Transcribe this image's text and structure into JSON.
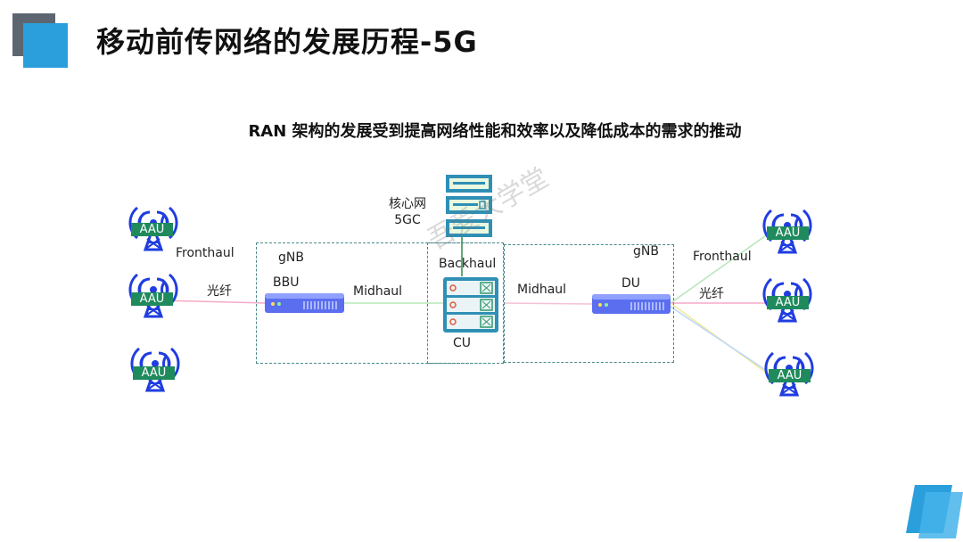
{
  "slide": {
    "title": "移动前传网络的发展历程-5G",
    "subtitle": "RAN 架构的发展受到提高网络性能和效率以及降低成本的需求的推动",
    "watermark": "吾爱大学堂"
  },
  "diagram": {
    "core_network": {
      "line1": "核心网",
      "line2": "5GC"
    },
    "left": {
      "fronthaul": "Fronthaul",
      "fiber": "光纤",
      "gnb": "gNB",
      "bbu": "BBU",
      "midhaul": "Midhaul",
      "aau": [
        "AAU",
        "AAU",
        "AAU"
      ]
    },
    "center": {
      "backhaul": "Backhaul",
      "cu": "CU"
    },
    "right": {
      "midhaul": "Midhaul",
      "gnb": "gNB",
      "du": "DU",
      "fronthaul": "Fronthaul",
      "fiber": "光纤",
      "aau": [
        "AAU",
        "AAU",
        "AAU"
      ]
    }
  },
  "colors": {
    "tower_blue": "#1f3de0",
    "aau_green": "#1f8a5c",
    "accent_blue": "#2a9fdc",
    "device_blue": "#5b6ef0",
    "server_teal": "#2f8fb5"
  }
}
